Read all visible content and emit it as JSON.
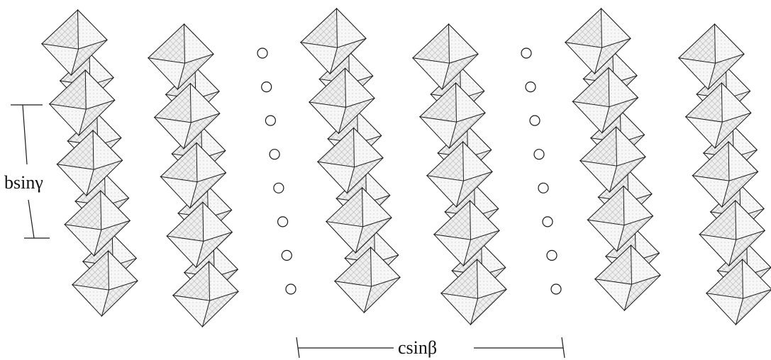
{
  "figure": {
    "labels": {
      "b_dimension": "bsinγ",
      "c_dimension": "csinβ"
    },
    "colors": {
      "ink": "#1a1a1a",
      "face_light": "#f2f2f2",
      "face_mid": "#d6d6d6",
      "hatch": "#9a9a9a",
      "background": "#ffffff"
    },
    "octahedral_chain_count": 6,
    "interlayer_atom_column_count": 2,
    "interlayer_atoms_per_column": 8
  }
}
